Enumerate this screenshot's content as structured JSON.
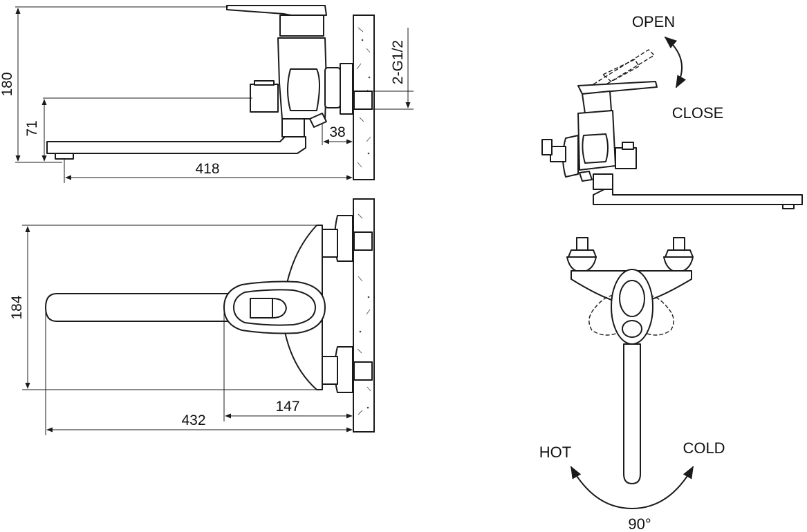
{
  "dimensions": {
    "height_total": "180",
    "spout_height": "71",
    "spout_reach": "418",
    "wall_offset": "38",
    "thread": "2-G1/2",
    "body_width": "184",
    "total_length": "432",
    "lever_length": "147"
  },
  "labels": {
    "open": "OPEN",
    "close": "CLOSE",
    "hot": "HOT",
    "cold": "COLD",
    "rotation": "90°"
  }
}
